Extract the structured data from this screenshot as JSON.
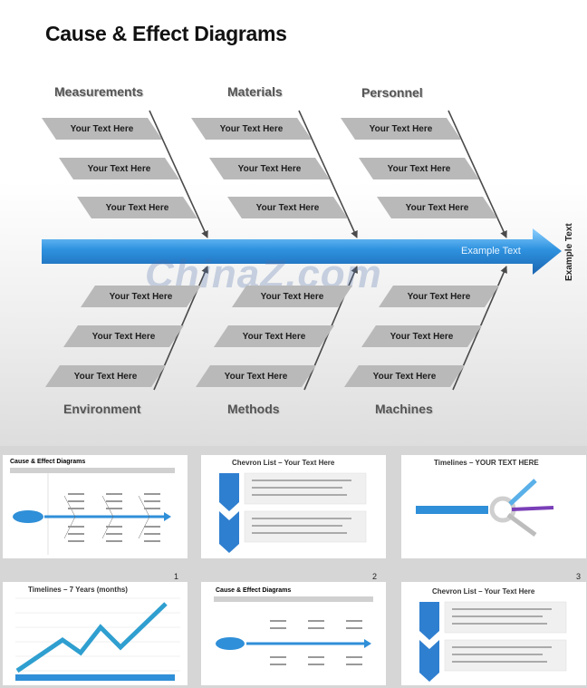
{
  "title": "Cause & Effect Diagrams",
  "categories": {
    "top": [
      "Measurements",
      "Materials",
      "Personnel"
    ],
    "bottom": [
      "Environment",
      "Methods",
      "Machines"
    ]
  },
  "box_text": "Your Text Here",
  "spine_label": "Example Text",
  "side_label": "Example Text",
  "watermark": "ChinaZ.com",
  "thumbnails": [
    {
      "title": "Cause & Effect Diagrams",
      "number": ""
    },
    {
      "title": "Chevron List – Your Text Here",
      "number": ""
    },
    {
      "title": "Timelines – YOUR TEXT HERE",
      "number": ""
    },
    {
      "title": "Timelines – 7 Years (months)",
      "number": "1"
    },
    {
      "title": "Cause & Effect Diagrams",
      "number": "2"
    },
    {
      "title": "Chevron List – Your Text Here",
      "number": "3"
    }
  ],
  "colors": {
    "spine": "#2f8fd8",
    "box": "#b9b9b9",
    "category_text": "#555555"
  }
}
